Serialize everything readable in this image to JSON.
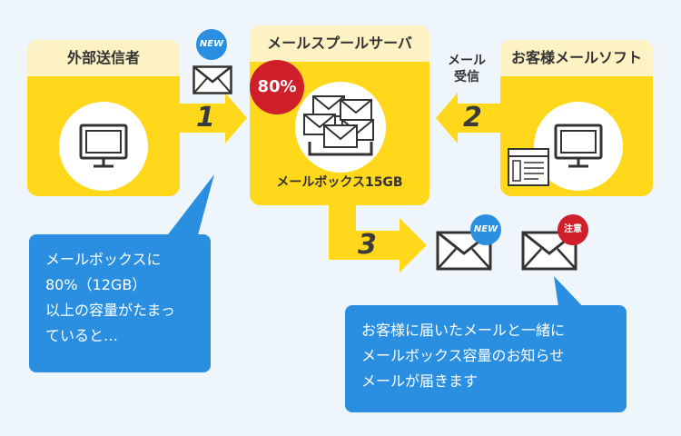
{
  "left_box": {
    "title": "外部送信者"
  },
  "center_box": {
    "title": "メールスプールサーバ",
    "caption": "メールボックス15GB",
    "usage_badge": "80%"
  },
  "right_box": {
    "title": "お客様メールソフト"
  },
  "receive_label": {
    "line1": "メール",
    "line2": "受信"
  },
  "steps": {
    "one": "1",
    "two": "2",
    "three": "3"
  },
  "new_badge": "NEW",
  "new_badge_2": "NEW",
  "caution_badge": "注意",
  "bubble_left": {
    "l1": "メールボックスに",
    "l2": "80%（12GB）",
    "l3": "以上の容量がたまっ",
    "l4": "ていると…"
  },
  "bubble_right": {
    "l1": "お客様に届いたメールと一緒に",
    "l2": "メールボックス容量のお知らせ",
    "l3": "メールが届きます"
  },
  "colors": {
    "yellow": "#ffd81c",
    "pale_yellow": "#fdf2c4",
    "blue": "#2a8fe0",
    "red": "#cf1f2b"
  }
}
